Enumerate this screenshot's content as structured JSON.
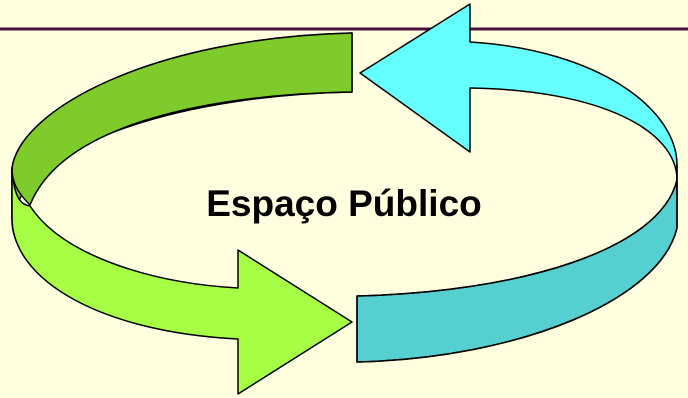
{
  "title": "Espaço Público",
  "colors": {
    "background": "#FFFFE0",
    "top_rule": "#4B0F3C",
    "green_top": "#7ECB2B",
    "green_band_side": "#97E33F",
    "green_bottom": "#A6FF44",
    "cyan_top": "#66FFFF",
    "cyan_bottom": "#55CFCF",
    "outline": "#000000"
  },
  "icons": {
    "green_arrow": "curved-arrow-right",
    "cyan_arrow": "curved-arrow-left"
  }
}
